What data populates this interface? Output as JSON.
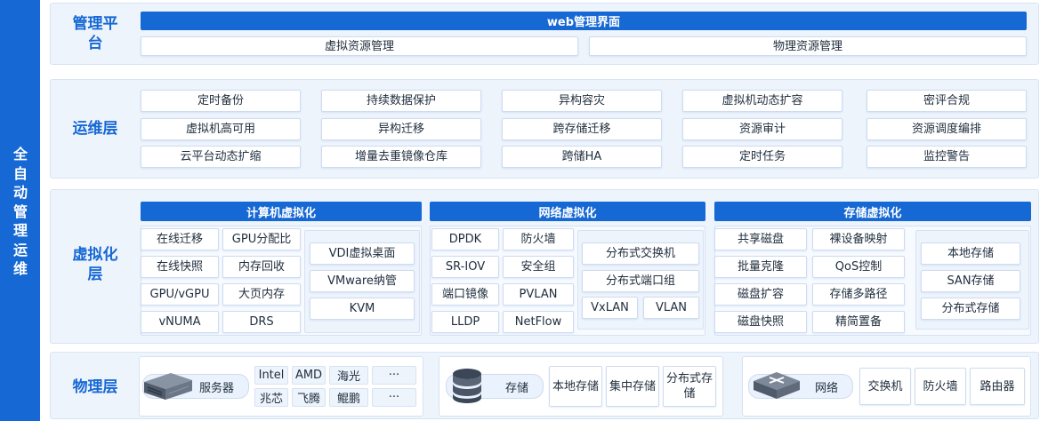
{
  "side_title": "全自动管理运维",
  "management": {
    "title": "管理平台",
    "web_bar": "web管理界面",
    "items": [
      "虚拟资源管理",
      "物理资源管理"
    ]
  },
  "ops": {
    "title": "运维层",
    "rows": [
      [
        "定时备份",
        "持续数据保护",
        "异构容灾",
        "虚拟机动态扩容",
        "密评合规"
      ],
      [
        "虚拟机高可用",
        "异构迁移",
        "跨存储迁移",
        "资源审计",
        "资源调度编排"
      ],
      [
        "云平台动态扩缩",
        "增量去重镜像仓库",
        "跨储HA",
        "定时任务",
        "监控警告"
      ]
    ]
  },
  "virt": {
    "title": "虚拟化层",
    "compute": {
      "title": "计算机虚拟化",
      "grid": [
        [
          "在线迁移",
          "GPU分配比"
        ],
        [
          "在线快照",
          "内存回收"
        ],
        [
          "GPU/vGPU",
          "大页内存"
        ],
        [
          "vNUMA",
          "DRS"
        ]
      ],
      "side": [
        "VDI虚拟桌面",
        "VMware纳管",
        "KVM"
      ]
    },
    "network": {
      "title": "网络虚拟化",
      "grid": [
        [
          "DPDK",
          "防火墙"
        ],
        [
          "SR-IOV",
          "安全组"
        ],
        [
          "端口镜像",
          "PVLAN"
        ],
        [
          "LLDP",
          "NetFlow"
        ]
      ],
      "side": [
        "分布式交换机",
        "分布式端口组"
      ],
      "side_pair": [
        "VxLAN",
        "VLAN"
      ]
    },
    "storage": {
      "title": "存储虚拟化",
      "grid": [
        [
          "共享磁盘",
          "裸设备映射"
        ],
        [
          "批量克隆",
          "QoS控制"
        ],
        [
          "磁盘扩容",
          "存储多路径"
        ],
        [
          "磁盘快照",
          "精简置备"
        ]
      ],
      "side": [
        "本地存储",
        "SAN存储",
        "分布式存储"
      ]
    }
  },
  "physical": {
    "title": "物理层",
    "server": {
      "label": "服务器",
      "icon": "server-icon",
      "chips": [
        [
          "Intel",
          "AMD",
          "海光",
          "···"
        ],
        [
          "兆芯",
          "飞腾",
          "鲲鹏",
          "···"
        ]
      ]
    },
    "storage": {
      "label": "存储",
      "icon": "database-icon",
      "types": [
        "本地存储",
        "集中存储",
        "分布式存储"
      ]
    },
    "network": {
      "label": "网络",
      "icon": "network-switch-icon",
      "devices": [
        "交换机",
        "防火墙",
        "路由器"
      ]
    }
  },
  "colors": {
    "primary": "#1668d4",
    "layer_bg": "#eef4fc",
    "cell_border": "#cfdcee"
  }
}
